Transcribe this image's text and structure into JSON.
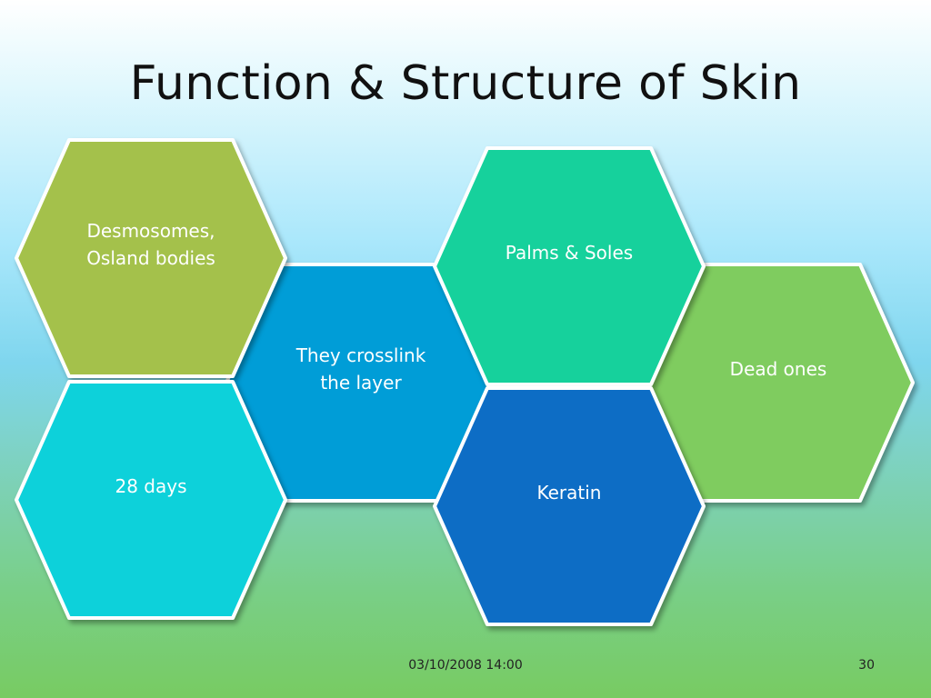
{
  "slide": {
    "title": "Function & Structure of Skin",
    "date": "03/10/2008 14:00",
    "page_number": "30"
  },
  "hexagons": [
    {
      "lines": [
        "They crosslink",
        "the layer"
      ],
      "color": "#039dd7"
    },
    {
      "lines": [
        "Desmosomes,",
        "Osland bodies"
      ],
      "color": "#a4c14b"
    },
    {
      "lines": [
        "28 days"
      ],
      "color": "#0fd1da"
    },
    {
      "lines": [
        "Dead ones"
      ],
      "color": "#7fcc5f"
    },
    {
      "lines": [
        "Palms & Soles"
      ],
      "color": "#12d19c"
    },
    {
      "lines": [
        "Keratin"
      ],
      "color": "#0f6dc5"
    }
  ]
}
